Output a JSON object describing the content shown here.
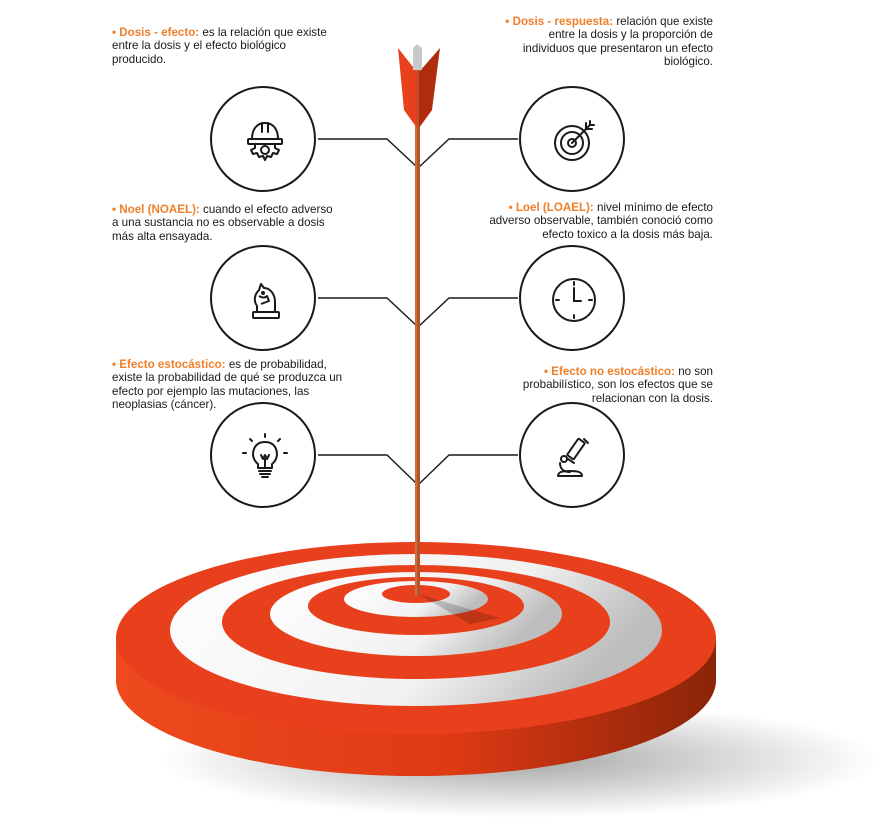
{
  "items": [
    {
      "term": "Dosis - efecto:",
      "text": " es la relación que existe entre la dosis y el efecto biológico producido.",
      "icon": "hard-hat-gear-icon"
    },
    {
      "term": "Dosis - respuesta:",
      "text": " relación que existe entre la dosis y la proporción de individuos que presentaron un efecto biológico.",
      "icon": "target-arrow-icon"
    },
    {
      "term": "Noel (NOAEL):",
      "text": " cuando el efecto adverso a una sustancia no es observable a dosis más alta ensayada.",
      "icon": "chess-knight-icon"
    },
    {
      "term": "Loel (LOAEL):",
      "text": " nivel mínimo de efecto adverso observable, también conoció como efecto toxico a la dosis más baja.",
      "icon": "clock-icon"
    },
    {
      "term": "Efecto estocástico:",
      "text": " es de probabilidad, existe la probabilidad de qué se produzca un efecto por ejemplo las mutaciones, las neoplasias (cáncer).",
      "icon": "lightbulb-icon"
    },
    {
      "term": "Efecto no estocástico:",
      "text": " no son probabilístico, son los efectos que se relacionan con la dosis.",
      "icon": "microscope-icon"
    }
  ],
  "colors": {
    "accent": "#f07f2a",
    "target_red": "#e8401c",
    "target_dark": "#c2360f",
    "arrow_shaft": "#b5532a",
    "line": "#1a1a1a"
  }
}
